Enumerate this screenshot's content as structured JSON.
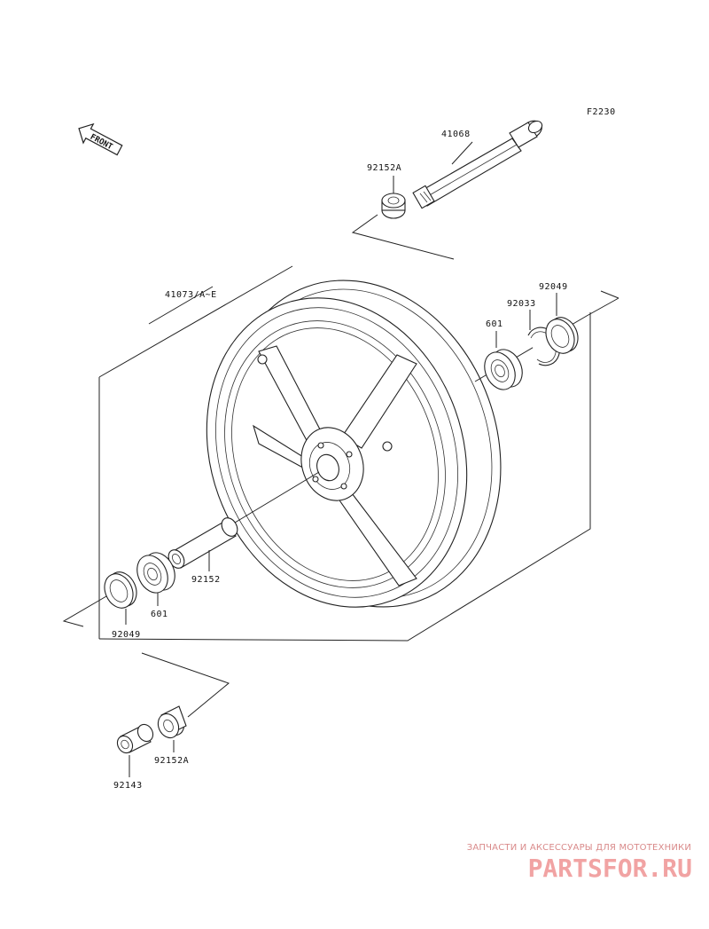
{
  "diagram_code": "F2230",
  "front_label": "FRONT",
  "parts": {
    "axle": "41068",
    "collar_top": "92152A",
    "wheel": "41073/A~E",
    "oil_seal_right": "92049",
    "circlip": "92033",
    "bearing_right": "601",
    "spacer": "92152",
    "bearing_left": "601",
    "oil_seal_left": "92049",
    "collar_bottom": "92152A",
    "collar_small": "92143"
  },
  "watermark": {
    "tagline": "ЗАПЧАСТИ И АКСЕССУАРЫ ДЛЯ МОТОТЕХНИКИ",
    "logo": "PARTSFOR.RU",
    "color": "#f1a3a3"
  }
}
